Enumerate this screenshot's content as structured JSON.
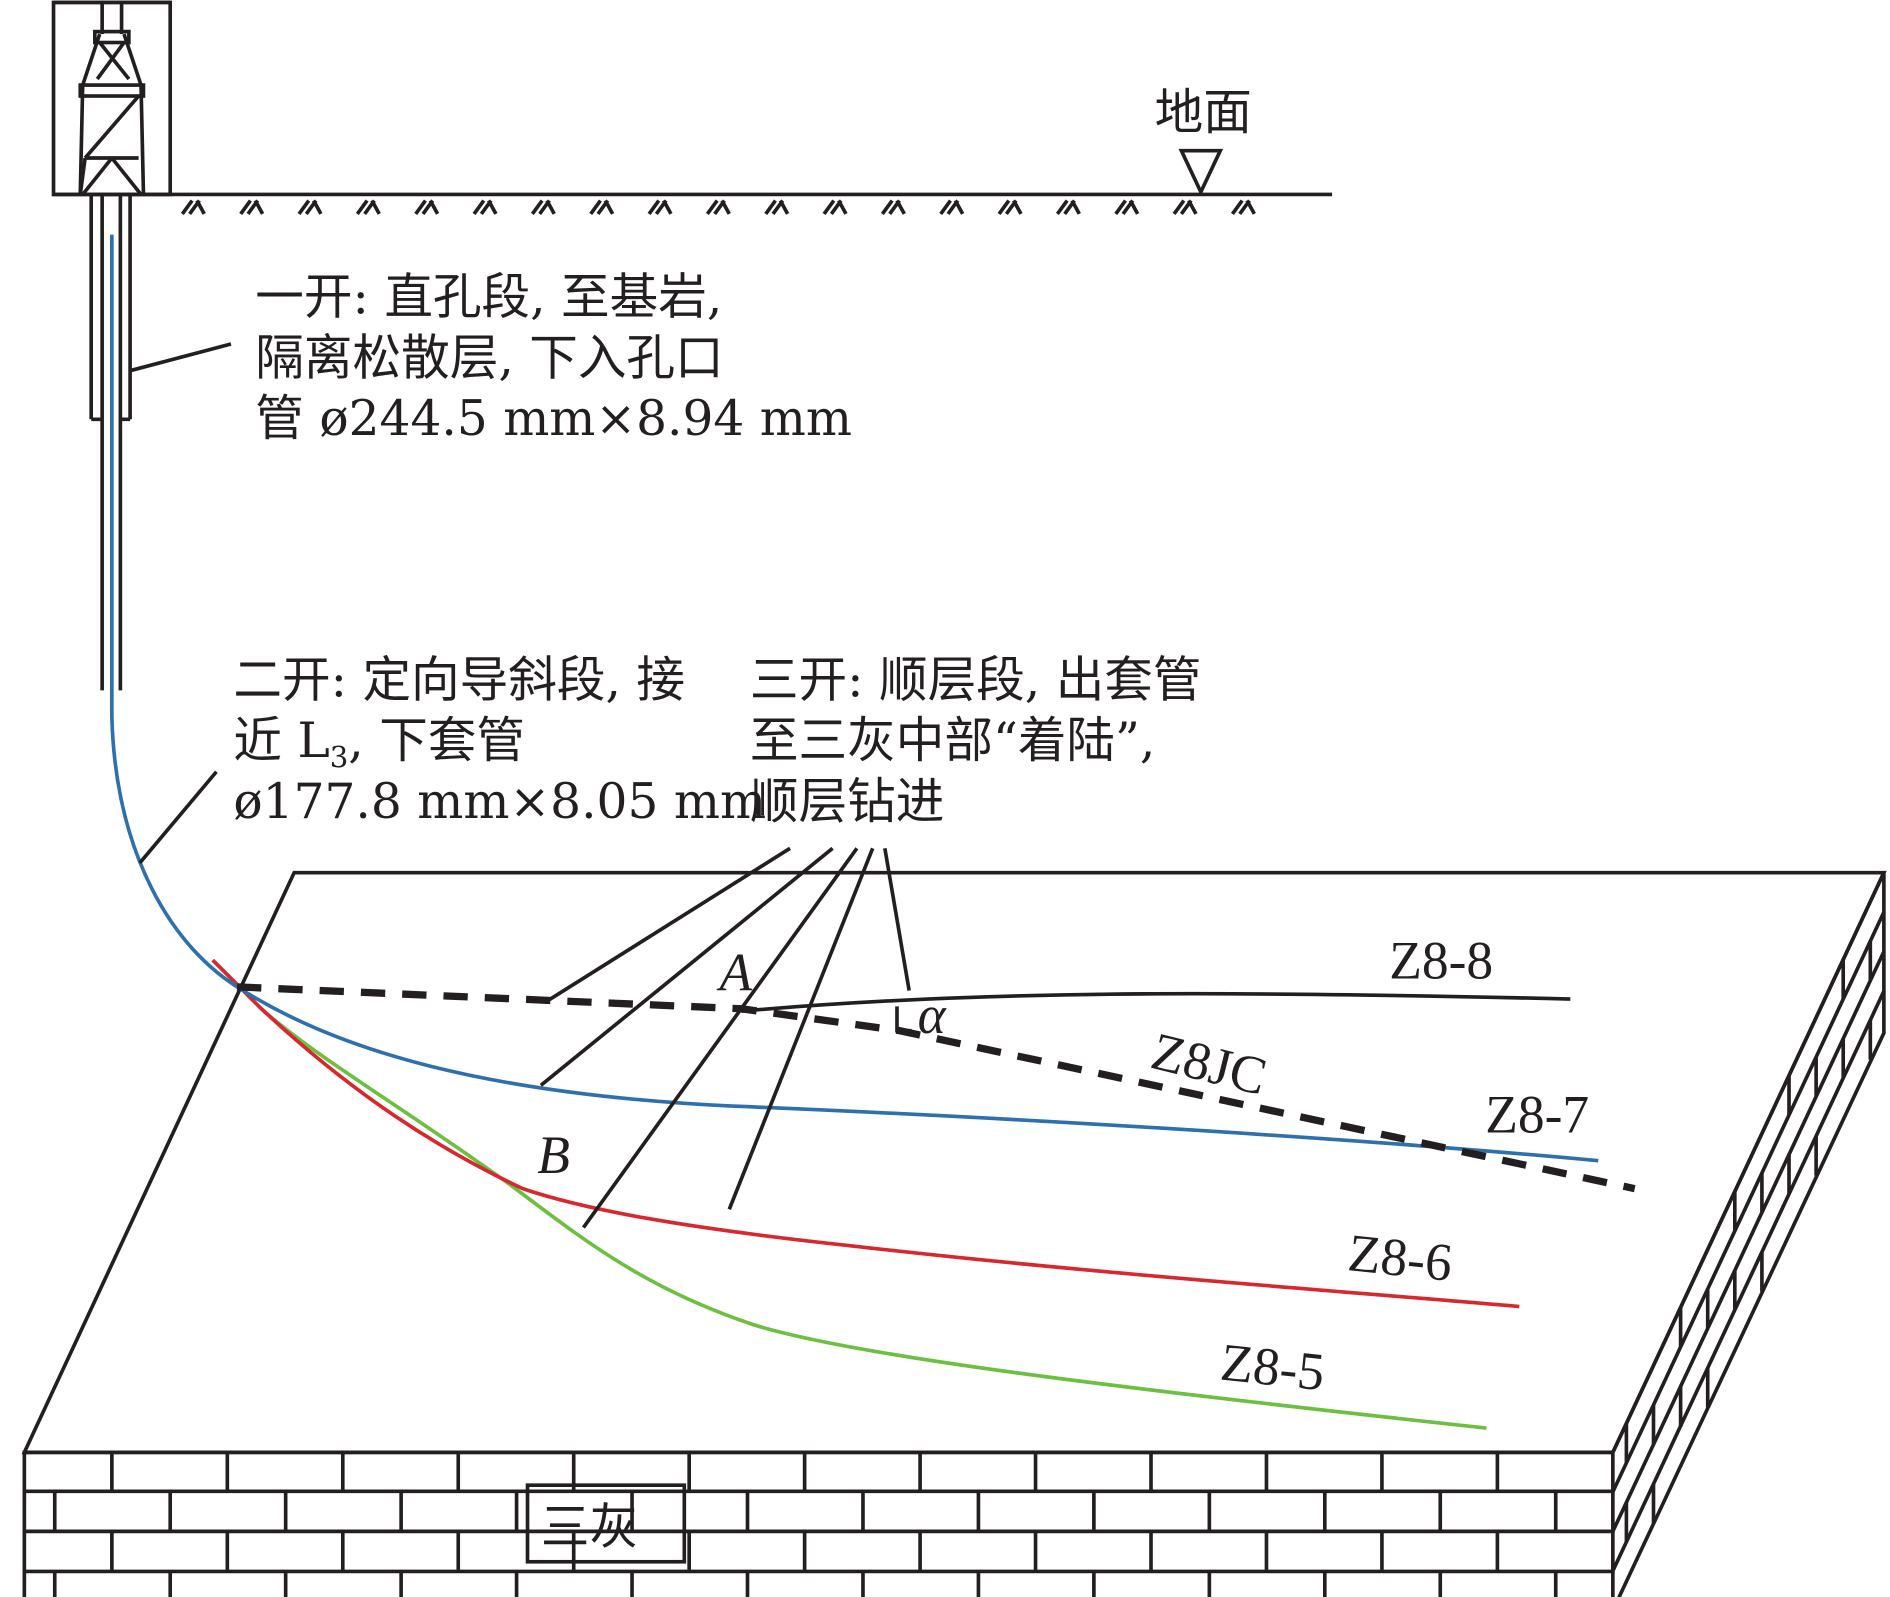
{
  "ground_label": "地面",
  "stage1": {
    "lines": [
      "一开: 直孔段, 至基岩,",
      "隔离松散层, 下入孔口",
      "管 ø244.5 mm×8.94 mm"
    ]
  },
  "stage2": {
    "line1": "二开: 定向导斜段, 接",
    "line2_a": "近 L",
    "line2_sub": "3",
    "line2_b": ", 下套管",
    "line3": "ø177.8 mm×8.05 mm"
  },
  "stage3": {
    "lines": [
      "三开: 顺层段, 出套管",
      "至三灰中部“着陆”,",
      "顺层钻进"
    ]
  },
  "wells": {
    "z8_8": "Z8-8",
    "z8jc": "Z8JC",
    "z8_7": "Z8-7",
    "z8_6": "Z8-6",
    "z8_5": "Z8-5"
  },
  "points": {
    "a": "A",
    "b": "B",
    "alpha": "α"
  },
  "layer_label": "三灰",
  "colors": {
    "z8_7": "#2e6fae",
    "z8_6": "#d7282f",
    "z8_5": "#6cbf3f",
    "line": "#231f20"
  }
}
